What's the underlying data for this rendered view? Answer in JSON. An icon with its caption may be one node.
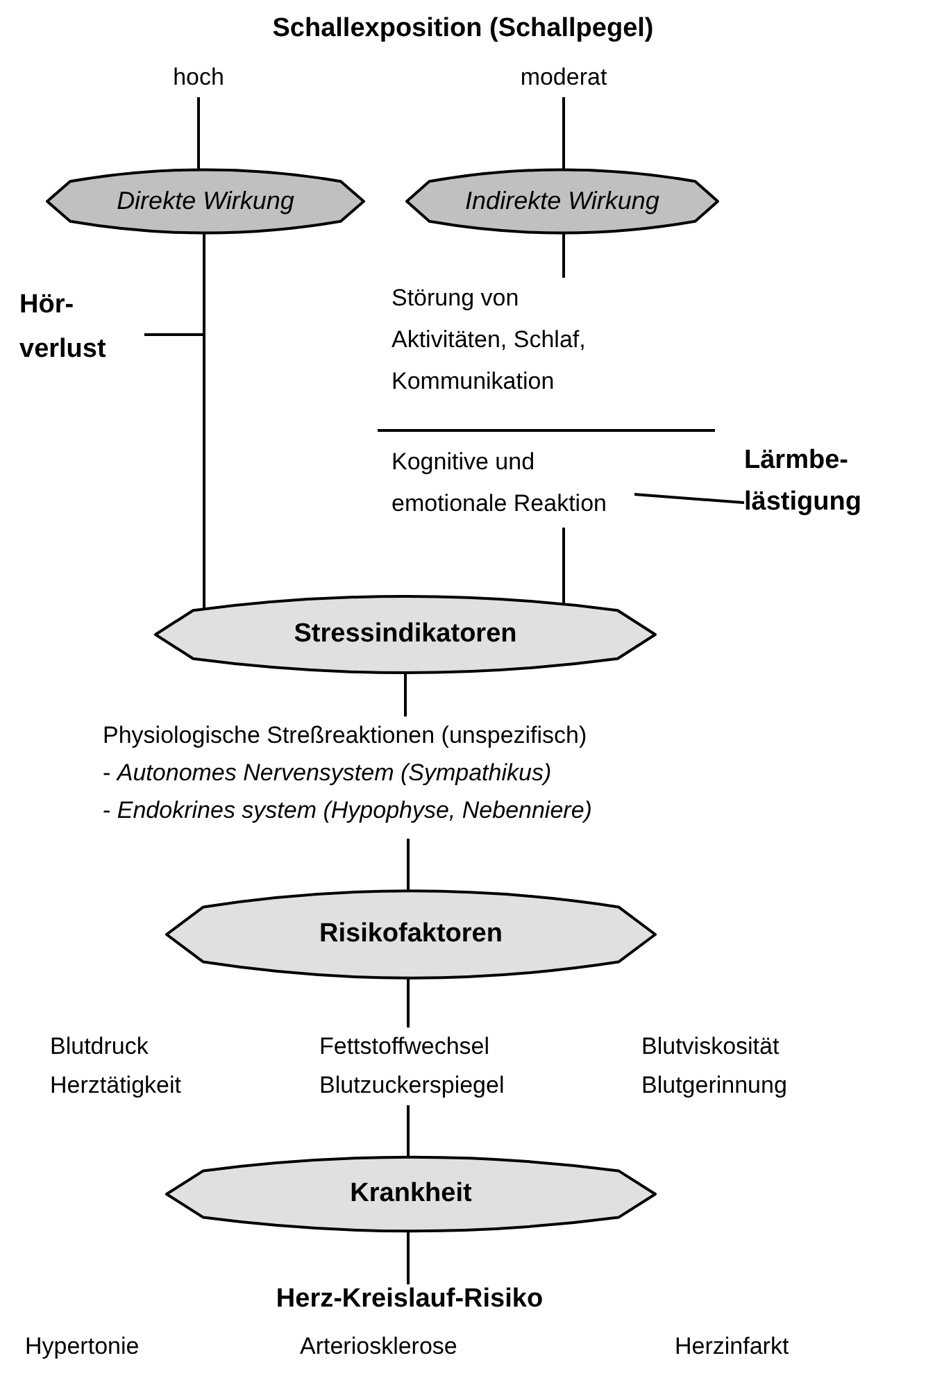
{
  "diagram": {
    "title": "Schallexposition (Schallpegel)",
    "nodes": [
      {
        "text": [
          "hoch"
        ]
      },
      {
        "text": [
          "moderat"
        ]
      },
      {
        "text": [
          "Direkte Wirkung"
        ]
      },
      {
        "text": [
          "Indirekte Wirkung"
        ]
      },
      {
        "text": [
          "Hör- verlust"
        ]
      },
      {
        "text": [
          "Störung von Aktivitäten, Schlaf, Kommunikation"
        ]
      },
      {
        "text": [
          "Kognitive und emotionale Reaktion"
        ]
      },
      {
        "text": [
          "Lärmbe- lästigung"
        ]
      },
      {
        "text": [
          "Stressindikatoren"
        ]
      },
      {
        "text": [
          "Physiologische Streßreaktionen (unspezifisch)",
          "- *Autonomes Nervensystem (Sympathikus)*",
          "- *Endokrines system (Hypophyse, Nebenniere)*"
        ]
      },
      {
        "text": [
          "Risikofaktoren"
        ]
      },
      {
        "text": [
          "Blutdruck",
          "Herztätigkeit"
        ]
      },
      {
        "text": [
          "Fettstoffwechsel",
          "Blutzuckerspiegel"
        ]
      },
      {
        "text": [
          "Blutviskosität",
          "Blutgerinnung"
        ]
      },
      {
        "text": [
          "Krankheit"
        ]
      },
      {
        "text": [
          "Herz-Kreislauf-Risiko"
        ]
      }
    ],
    "edges": [
      {
        "from": 0,
        "to": 2,
        "arrow": "none"
      },
      {
        "from": 1,
        "to": 3,
        "arrow": "none"
      },
      {
        "from": 2,
        "to": 4,
        "arrow": "none"
      },
      {
        "from": 2,
        "to": 8,
        "arrow": "none"
      },
      {
        "from": 3,
        "to": 5,
        "arrow": "none"
      },
      {
        "from": 7,
        "to": 6,
        "arrow": "none"
      },
      {
        "from": 6,
        "to": 8,
        "arrow": "none"
      },
      {
        "from": 8,
        "to": 9,
        "arrow": "none"
      },
      {
        "from": 9,
        "to": 10,
        "arrow": "none"
      },
      {
        "from": 10,
        "to": 12,
        "arrow": "none"
      },
      {
        "from": 12,
        "to": 14,
        "arrow": "none"
      },
      {
        "from": 14,
        "to": 15,
        "arrow": "none"
      }
    ],
    "labels": [
      "Hypertonie",
      "Arteriosklerose",
      "Herzinfarkt"
    ]
  }
}
